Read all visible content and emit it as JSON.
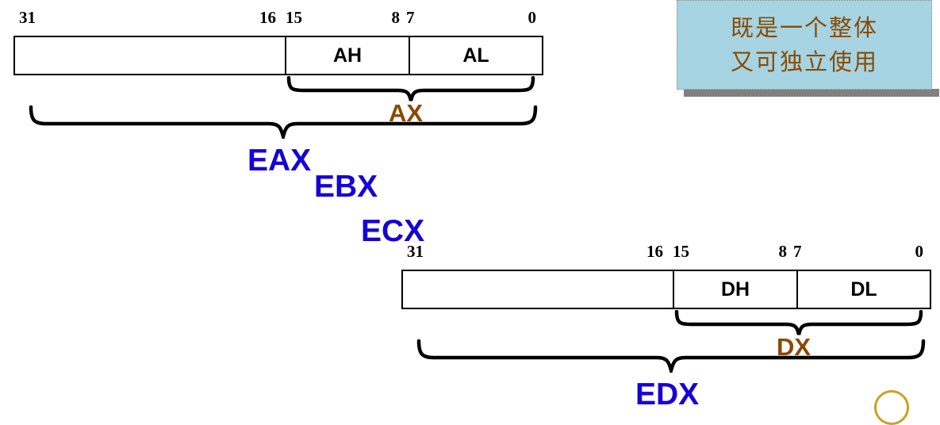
{
  "diagram": {
    "title": "x86 General Purpose Register Layout",
    "colors": {
      "word_label": "#8a4a00",
      "dword_label": "#1600d8",
      "note_background": "#a6d4e2",
      "note_text": "#8a4a00",
      "note_shadow": "#808080",
      "outline": "#000000",
      "decoration": "#c9a227"
    },
    "registers": [
      {
        "id": "eax",
        "bit_labels": {
          "msb": "31",
          "mid_high": "16",
          "mid_low": "15",
          "byte_split_high": "8",
          "byte_split_low": "7",
          "lsb": "0"
        },
        "cells": [
          {
            "label": ""
          },
          {
            "label": "AH"
          },
          {
            "label": "AL"
          }
        ],
        "word_label": "AX",
        "dword_label": "EAX"
      },
      {
        "id": "edx",
        "bit_labels": {
          "msb": "31",
          "mid_high": "16",
          "mid_low": "15",
          "byte_split_high": "8",
          "byte_split_low": "7",
          "lsb": "0"
        },
        "cells": [
          {
            "label": ""
          },
          {
            "label": "DH"
          },
          {
            "label": "DL"
          }
        ],
        "word_label": "DX",
        "dword_label": "EDX"
      }
    ],
    "extra_dword_labels": [
      {
        "id": "ebx",
        "label": "EBX"
      },
      {
        "id": "ecx",
        "label": "ECX"
      }
    ],
    "note": {
      "lines": [
        "既是一个整体",
        "又可独立使用"
      ]
    }
  }
}
